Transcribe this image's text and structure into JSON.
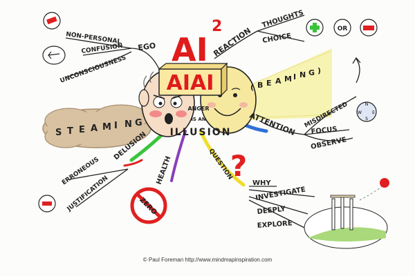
{
  "title": {
    "main": "AI",
    "superscript": "2",
    "banner": "AIAI"
  },
  "center": {
    "anger": "ANGER",
    "is_an": "IS AN",
    "illusion": "ILLUSION"
  },
  "branches": {
    "ego": {
      "label": "EGO",
      "items": [
        "NON-PERSONAL",
        "CONFUSION",
        "UNCONSCIOUSNESS"
      ]
    },
    "reaction": {
      "label": "REACTION",
      "items": [
        "THOUGHTS",
        "CHOICE"
      ],
      "choice_symbols": [
        "+",
        "OR",
        "−"
      ]
    },
    "steaming": {
      "label": "STEAMING",
      "letters": [
        "S",
        "T",
        "E",
        "A",
        "M",
        "I",
        "N",
        "G"
      ]
    },
    "beaming": {
      "label": "BEAMING",
      "letters": [
        "(",
        "B",
        "E",
        "A",
        "M",
        "I",
        "N",
        "G",
        ")"
      ]
    },
    "attention": {
      "label": "ATTENTION",
      "items": [
        "MISDIRECTED",
        "FOCUS",
        "OBSERVE"
      ],
      "compass": [
        "N",
        "E",
        "S",
        "W"
      ]
    },
    "delusion": {
      "label": "DELUSION",
      "items": [
        "ERRONEOUS",
        "JUSTIFICATION"
      ]
    },
    "health": {
      "label": "HEALTH",
      "sign": "ZERO"
    },
    "question": {
      "label": "QUESTION",
      "items": [
        "WHY",
        "INVESTIGATE",
        "DEEPLY",
        "EXPLORE"
      ]
    }
  },
  "colors": {
    "title_red": "#e01b1b",
    "banner_fill": "#fbe9a2",
    "face_skin": "#f6ddc5",
    "angry_cheek": "#f28a8a",
    "happy_face": "#f7e8a0",
    "steam": "#d8c2a2",
    "beam": "#f7f3b2",
    "green_branch": "#39c43a",
    "yellow_branch": "#f0dc2c",
    "blue_branch": "#2f6fd6",
    "purple_branch": "#8a3fb8",
    "red_branch": "#e02020",
    "grass": "#a9d97a"
  },
  "icons": [
    "angry-face-icon",
    "happy-face-icon",
    "minus-circle-icon",
    "plus-circle-icon",
    "compass-icon",
    "cricket-stumps-icon",
    "cricket-ball-icon",
    "no-entry-sign-icon",
    "question-mark-icon",
    "thought-cloud-icon"
  ],
  "copyright": "© Paul Foreman http://www.mindmapinspiration.com"
}
